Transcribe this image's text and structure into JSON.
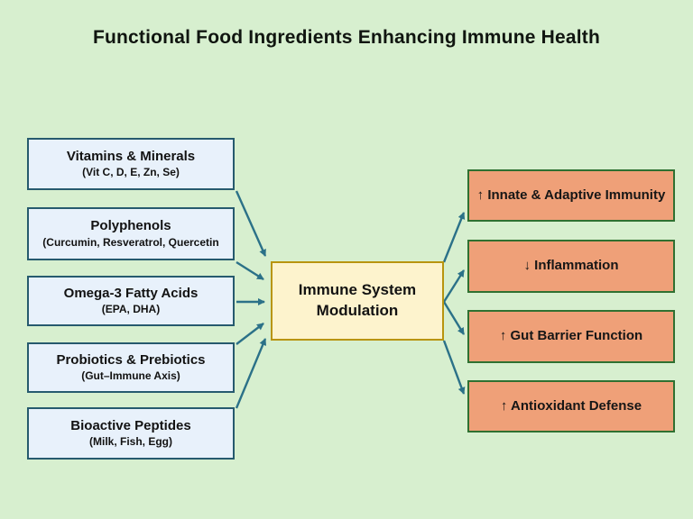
{
  "title": "Functional Food Ingredients Enhancing Immune Health",
  "diagram": {
    "sources": [
      {
        "id": "vitamins-minerals",
        "label": "Vitamins & Minerals",
        "sublabel": "(Vit C, D, E, Zn, Se)"
      },
      {
        "id": "polyphenols",
        "label": "Polyphenols",
        "sublabel": "(Curcumin, Resveratrol, Quercetin"
      },
      {
        "id": "omega3-fatty-acids",
        "label": "Omega-3 Fatty Acids",
        "sublabel": "(EPA, DHA)"
      },
      {
        "id": "probiotics-prebiotics",
        "label": "Probiotics & Prebiotics",
        "sublabel": "(Gut–Immune Axis)"
      },
      {
        "id": "bioactive-peptides",
        "label": "Bioactive Peptides",
        "sublabel": "(Milk, Fish, Egg)"
      }
    ],
    "hub": {
      "id": "immune-system-modulation",
      "label": "Immune System Modulation"
    },
    "outcomes": [
      {
        "id": "innate-adaptive-immunity",
        "label": "↑ Innate & Adaptive Immunity"
      },
      {
        "id": "inflammation",
        "label": "↓ Inflammation"
      },
      {
        "id": "gut-barrier-function",
        "label": "↑ Gut Barrier Function"
      },
      {
        "id": "antioxidant-defense",
        "label": "↑ Antioxidant Defense"
      }
    ],
    "edges": [
      {
        "from": "vitamins-minerals",
        "to": "immune-system-modulation"
      },
      {
        "from": "polyphenols",
        "to": "immune-system-modulation"
      },
      {
        "from": "omega3-fatty-acids",
        "to": "immune-system-modulation"
      },
      {
        "from": "probiotics-prebiotics",
        "to": "immune-system-modulation"
      },
      {
        "from": "bioactive-peptides",
        "to": "immune-system-modulation"
      },
      {
        "from": "immune-system-modulation",
        "to": "innate-adaptive-immunity"
      },
      {
        "from": "immune-system-modulation",
        "to": "inflammation"
      },
      {
        "from": "immune-system-modulation",
        "to": "gut-barrier-function"
      },
      {
        "from": "immune-system-modulation",
        "to": "antioxidant-defense"
      }
    ]
  },
  "colors": {
    "background": "#d7efcf",
    "source_fill": "#e8f1fb",
    "source_border": "#265a6e",
    "hub_fill": "#fdf3cd",
    "hub_border": "#b8940e",
    "outcome_fill": "#efa078",
    "outcome_border": "#2f7031",
    "connector": "#2b7188",
    "title_text": "#101510"
  }
}
